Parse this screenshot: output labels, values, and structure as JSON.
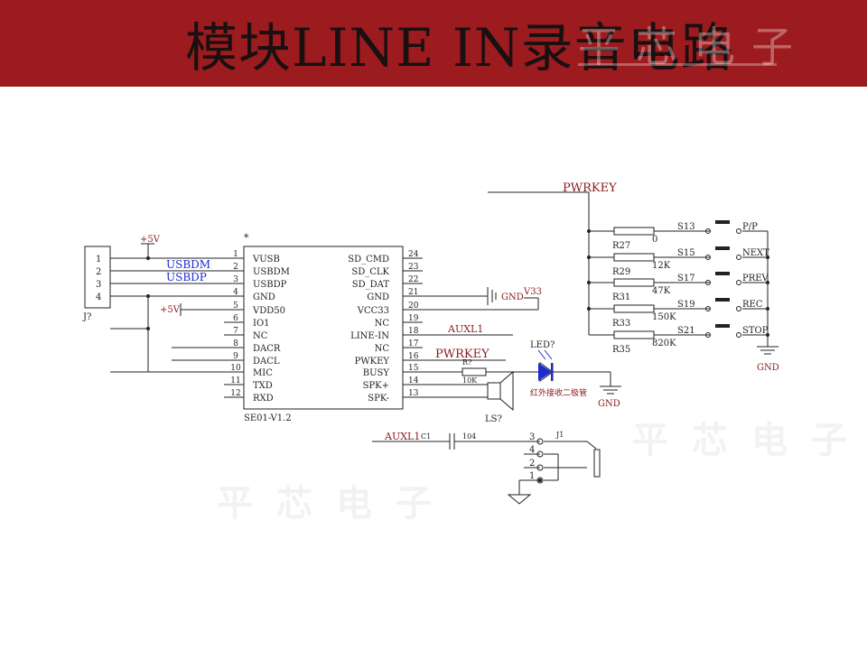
{
  "slide": {
    "title": "模块LINE IN录音电路",
    "watermark": "平芯电子",
    "body_watermark_1": "平芯电子",
    "body_watermark_2": "平芯电子"
  },
  "connector_j": {
    "ref": "J?",
    "pins": [
      "1",
      "2",
      "3",
      "4"
    ],
    "net_usbdm": "USBDM",
    "net_usbdp": "USBDP"
  },
  "power": {
    "plus5v_top": "+5V",
    "plus5v_left": "+5V",
    "v33": "V33",
    "gnd_chip": "GND",
    "gnd_buttons": "GND",
    "gnd_led": "GND"
  },
  "module": {
    "marker": "*",
    "name": "SE01-V1.2",
    "left_pins": [
      {
        "num": "1",
        "name": "VUSB"
      },
      {
        "num": "2",
        "name": "USBDM"
      },
      {
        "num": "3",
        "name": "USBDP"
      },
      {
        "num": "4",
        "name": "GND"
      },
      {
        "num": "5",
        "name": "VDD50"
      },
      {
        "num": "6",
        "name": "IO1"
      },
      {
        "num": "7",
        "name": "NC"
      },
      {
        "num": "8",
        "name": "DACR"
      },
      {
        "num": "9",
        "name": "DACL"
      },
      {
        "num": "10",
        "name": "MIC"
      },
      {
        "num": "11",
        "name": "TXD"
      },
      {
        "num": "12",
        "name": "RXD"
      }
    ],
    "right_pins": [
      {
        "num": "24",
        "name": "SD_CMD"
      },
      {
        "num": "23",
        "name": "SD_CLK"
      },
      {
        "num": "22",
        "name": "SD_DAT"
      },
      {
        "num": "21",
        "name": "GND"
      },
      {
        "num": "20",
        "name": "VCC33"
      },
      {
        "num": "19",
        "name": "NC"
      },
      {
        "num": "18",
        "name": "LINE-IN"
      },
      {
        "num": "17",
        "name": "NC"
      },
      {
        "num": "16",
        "name": "PWKEY"
      },
      {
        "num": "15",
        "name": "BUSY"
      },
      {
        "num": "14",
        "name": "SPK+"
      },
      {
        "num": "13",
        "name": "SPK-"
      }
    ]
  },
  "nets": {
    "auxl1_module": "AUXL1",
    "pwrkey_module": "PWRKEY",
    "pwrkey_top": "PWRKEY",
    "auxl1_jack": "AUXL1"
  },
  "led_circuit": {
    "resistor_ref": "R?",
    "resistor_value": "10K",
    "led_ref": "LED?",
    "led_desc": "红外接收二极管",
    "speaker_ref": "LS?"
  },
  "buttons": [
    {
      "res_ref": "R27",
      "res_value": "0",
      "switch_ref": "S13",
      "label": "P/P"
    },
    {
      "res_ref": "R29",
      "res_value": "12K",
      "switch_ref": "S15",
      "label": "NEXT"
    },
    {
      "res_ref": "R31",
      "res_value": "47K",
      "switch_ref": "S17",
      "label": "PREV"
    },
    {
      "res_ref": "R33",
      "res_value": "150K",
      "switch_ref": "S19",
      "label": "REC"
    },
    {
      "res_ref": "R35",
      "res_value": "820K",
      "switch_ref": "S21",
      "label": "STOP"
    }
  ],
  "jack": {
    "cap_ref": "C1",
    "cap_value": "104",
    "ref": "J1",
    "pins": [
      "3",
      "4",
      "2",
      "1"
    ]
  }
}
